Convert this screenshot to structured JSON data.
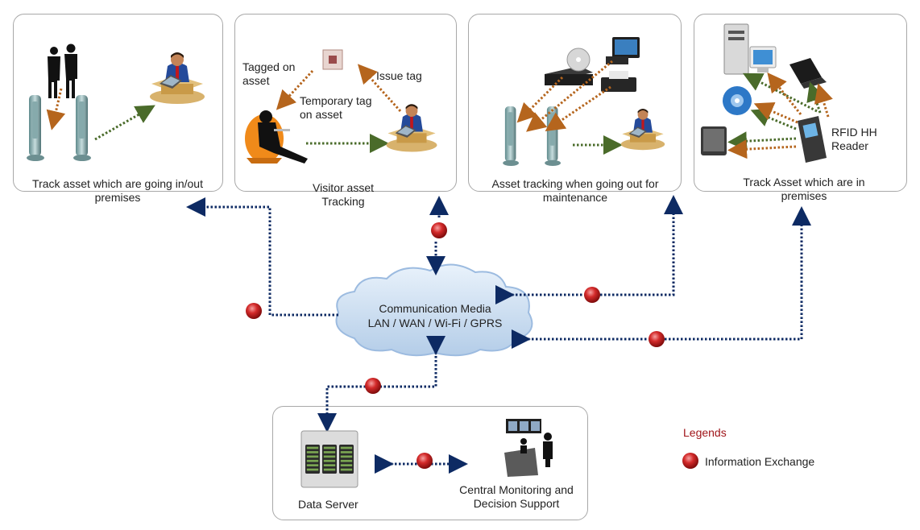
{
  "panels": {
    "gates": {
      "caption": "Track asset which are going in/out premises"
    },
    "visitor": {
      "caption": "Visitor  asset Tracking",
      "tagged_on_asset": "Tagged on asset",
      "issue_tag": "Issue tag",
      "temporary_tag": "Temporary  tag on asset"
    },
    "maintenance": {
      "caption": "Asset tracking when going out for maintenance"
    },
    "premises": {
      "caption": "Track Asset which are in premises",
      "reader_label": "RFID HH Reader"
    }
  },
  "cloud": {
    "line1": "Communication Media",
    "line2": "LAN / WAN / Wi-Fi / GPRS"
  },
  "bottom": {
    "server_label": "Data Server",
    "monitoring_label": "Central Monitoring  and Decision Support"
  },
  "legend": {
    "title": "Legends",
    "item": "Information Exchange"
  },
  "colors": {
    "dotted_blue": "#0d2a63",
    "dotted_brown": "#b5651d",
    "dotted_green": "#4a6b2a",
    "exchange_dot": "#c0171c",
    "cloud": "#cfe0f3",
    "legend_title": "#a0151a"
  }
}
